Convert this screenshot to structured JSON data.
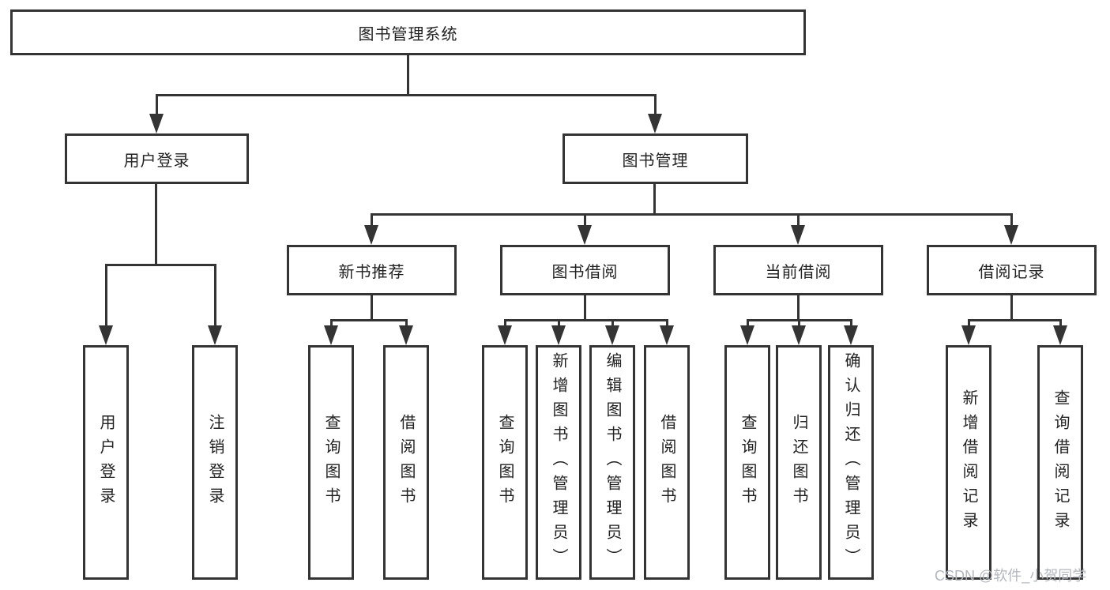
{
  "tree": {
    "label": "图书管理系统",
    "children": [
      {
        "label": "用户登录",
        "children": [
          {
            "label": "用户登录"
          },
          {
            "label": "注销登录"
          }
        ]
      },
      {
        "label": "图书管理",
        "children": [
          {
            "label": "新书推荐",
            "children": [
              {
                "label": "查询图书"
              },
              {
                "label": "借阅图书"
              }
            ]
          },
          {
            "label": "图书借阅",
            "children": [
              {
                "label": "查询图书"
              },
              {
                "label": "新增图书（管理员）"
              },
              {
                "label": "编辑图书（管理员）"
              },
              {
                "label": "借阅图书"
              }
            ]
          },
          {
            "label": "当前借阅",
            "children": [
              {
                "label": "查询图书"
              },
              {
                "label": "归还图书"
              },
              {
                "label": "确认归还（管理员）"
              }
            ]
          },
          {
            "label": "借阅记录",
            "children": [
              {
                "label": "新增借阅记录"
              },
              {
                "label": "查询借阅记录"
              }
            ]
          }
        ]
      }
    ]
  },
  "watermark": {
    "text": "CSDN @软件_小贺同学"
  },
  "colors": {
    "line": "#343434",
    "text": "#222222",
    "watermark": "#b3b7bd",
    "bg": "#ffffff"
  }
}
